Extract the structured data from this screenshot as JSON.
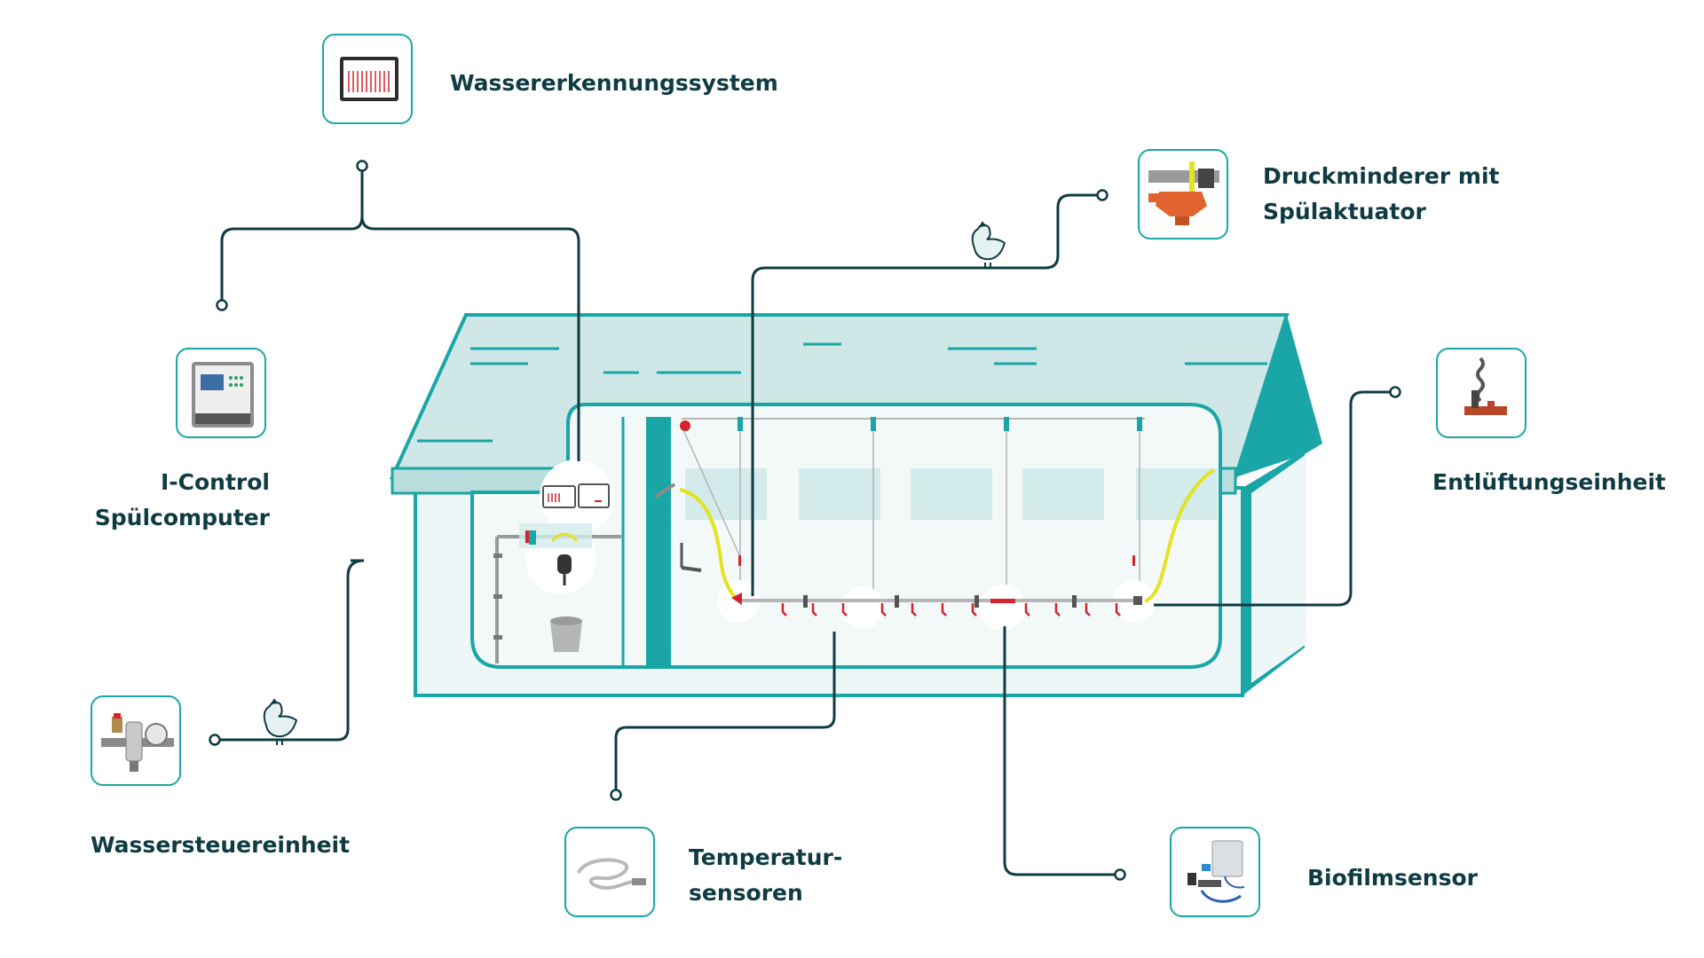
{
  "colors": {
    "teal": "#1aa6a6",
    "teal_light": "#d3ebeb",
    "line": "#0f3b42",
    "pipe_yellow": "#e4e31f",
    "nipple_red": "#d4232c",
    "text": "#0f3b42"
  },
  "components": [
    {
      "id": "wasserkennung",
      "icon": "monitor-icon",
      "lines": [
        "Wassererkennungssystem"
      ]
    },
    {
      "id": "icontrol",
      "icon": "control-computer-icon",
      "lines": [
        "I-Control",
        "Spülcomputer"
      ]
    },
    {
      "id": "wassersteuer",
      "icon": "water-meter-icon",
      "lines": [
        "Wassersteuereinheit"
      ]
    },
    {
      "id": "temperatur",
      "icon": "sensor-cable-icon",
      "lines": [
        "Temperatur-",
        "sensoren"
      ]
    },
    {
      "id": "biofilm",
      "icon": "biofilm-sensor-icon",
      "lines": [
        "Biofilmsensor"
      ]
    },
    {
      "id": "entlueftung",
      "icon": "vent-unit-icon",
      "lines": [
        "Entlüftungseinheit"
      ]
    },
    {
      "id": "druckminderer",
      "icon": "pressure-reducer-icon",
      "lines": [
        "Druckminderer mit",
        "Spülaktuator"
      ]
    }
  ]
}
